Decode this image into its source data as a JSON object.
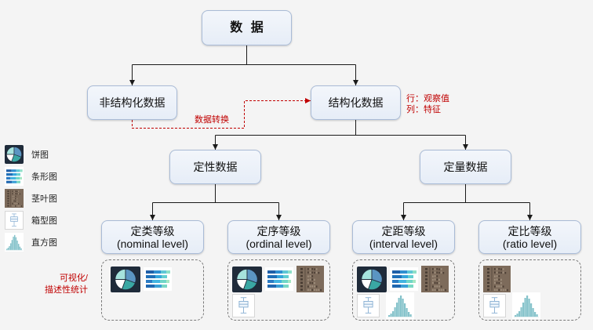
{
  "nodes": {
    "root": "数 据",
    "unstructured": "非结构化数据",
    "structured": "结构化数据",
    "qualitative": "定性数据",
    "quantitative": "定量数据"
  },
  "structured_note": {
    "rows": "行：观察值",
    "columns": "列：特征"
  },
  "conversion_label": "数据转换",
  "levels": [
    {
      "label": "定类等级",
      "sublabel": "(nominal level)",
      "charts": [
        "pie-chart-icon",
        "bar-chart-icon"
      ]
    },
    {
      "label": "定序等级",
      "sublabel": "(ordinal level)",
      "charts": [
        "pie-chart-icon",
        "bar-chart-icon",
        "stem-leaf-icon",
        "box-plot-icon"
      ]
    },
    {
      "label": "定距等级",
      "sublabel": "(interval level)",
      "charts": [
        "pie-chart-icon",
        "bar-chart-icon",
        "stem-leaf-icon",
        "box-plot-icon",
        "histogram-icon"
      ]
    },
    {
      "label": "定比等级",
      "sublabel": "(ratio level)",
      "charts": [
        "stem-leaf-icon",
        "box-plot-icon",
        "histogram-icon"
      ]
    }
  ],
  "legend": [
    {
      "icon": "pie-chart-icon",
      "label": "饼图"
    },
    {
      "icon": "bar-chart-icon",
      "label": "条形图"
    },
    {
      "icon": "stem-leaf-icon",
      "label": "茎叶图"
    },
    {
      "icon": "box-plot-icon",
      "label": "箱型图"
    },
    {
      "icon": "histogram-icon",
      "label": "直方图"
    }
  ],
  "side_note": {
    "line1": "可视化/",
    "line2": "描述性统计"
  },
  "colors": {
    "accent_red": "#c00000",
    "node_fill": "#e6edf7",
    "node_border": "#a9bbd6",
    "connector": "#1a1a1a",
    "pie_background": "#1f2b3a",
    "histogram_bar": "#86c3cb",
    "stem_leaf_background": "#7d6b5b"
  }
}
